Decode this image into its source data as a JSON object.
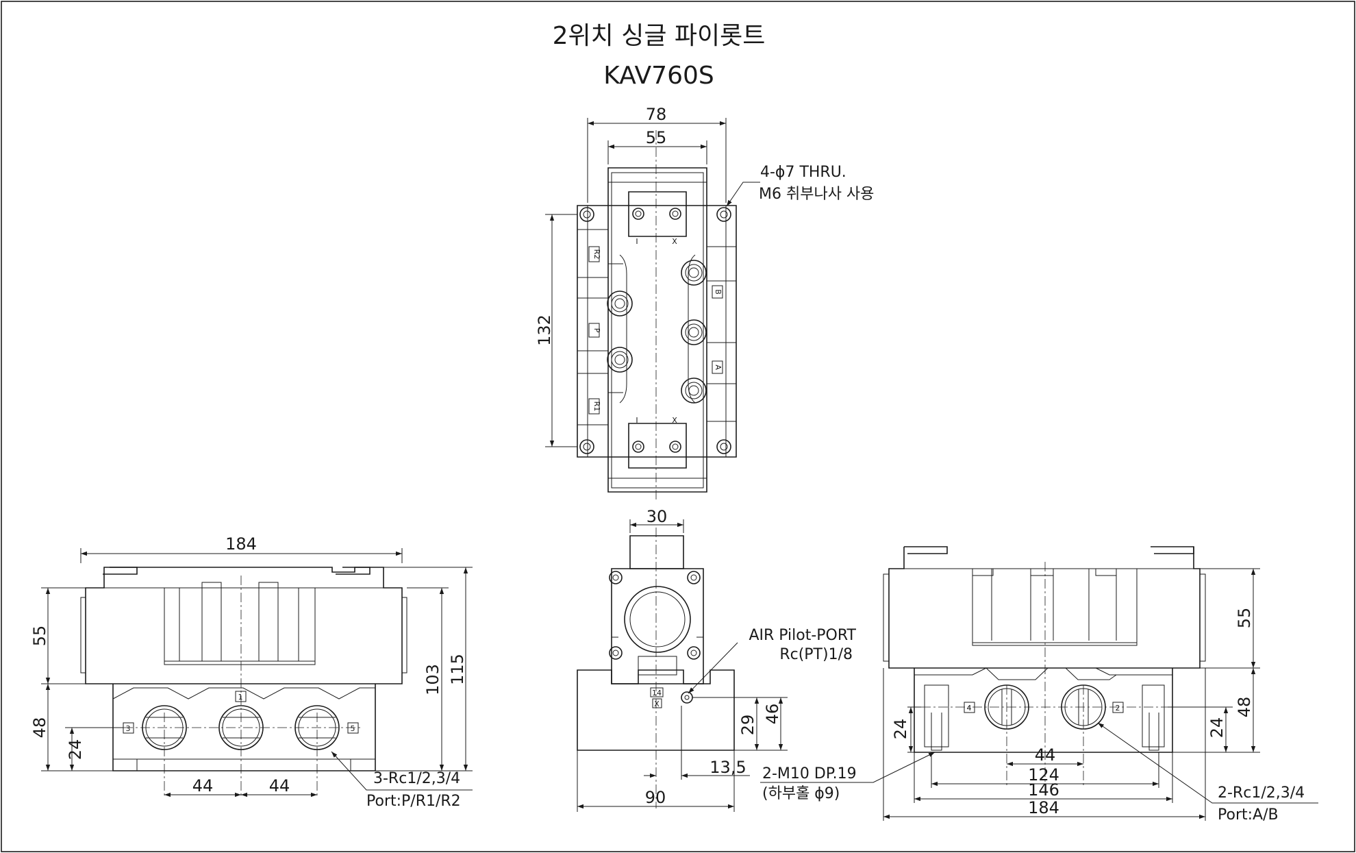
{
  "title": {
    "line1": "2위치 싱글 파이롯트",
    "line2": "KAV760S"
  },
  "top_view": {
    "dims": {
      "width_outer": "78",
      "width_inner": "55",
      "height": "132"
    },
    "note_line1": "4-ϕ7 THRU.",
    "note_line2": "M6 취부나사 사용",
    "port_tags": [
      "R2",
      "P",
      "R1",
      "B",
      "A"
    ],
    "pilot_marks": [
      "I",
      "X",
      "I",
      "X"
    ]
  },
  "front_view": {
    "dims": {
      "length": "184",
      "h55": "55",
      "h48": "48",
      "h24": "24",
      "h103": "103",
      "h115": "115",
      "pitch1": "44",
      "pitch2": "44"
    },
    "port_tags": [
      "1",
      "3",
      "5"
    ],
    "note_line1": "3-Rc1/2,3/4",
    "note_line2": "Port:P/R1/R2"
  },
  "side_view": {
    "dims": {
      "top": "30",
      "h46": "46",
      "h29": "29",
      "offset": "13,5",
      "width": "90"
    },
    "port_tags": [
      "14",
      "X"
    ],
    "pilot_line1": "AIR Pilot-PORT",
    "pilot_line2": "Rc(PT)1/8",
    "mount_line1": "2-M10 DP.19",
    "mount_line2": "(하부홀 ϕ9)"
  },
  "rear_view": {
    "dims": {
      "h55": "55",
      "h48": "48",
      "h24_left": "24",
      "h24_right": "24",
      "pitch": "44",
      "l124": "124",
      "l146": "146",
      "l184": "184"
    },
    "port_tags": [
      "4",
      "2"
    ],
    "note_line1": "2-Rc1/2,3/4",
    "note_line2": "Port:A/B"
  }
}
